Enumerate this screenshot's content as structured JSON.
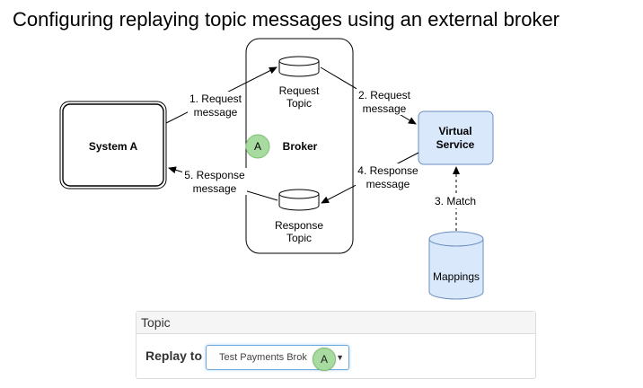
{
  "title": "Configuring replaying topic messages using an external broker",
  "diagram": {
    "system_a": "System A",
    "broker": "Broker",
    "request_topic": [
      "Request",
      "Topic"
    ],
    "response_topic": [
      "Response",
      "Topic"
    ],
    "virtual_service": [
      "Virtual",
      "Service"
    ],
    "mappings": "Mappings",
    "edge_1": [
      "1. Request",
      "message"
    ],
    "edge_2": [
      "2. Request",
      "message"
    ],
    "edge_3": "3. Match",
    "edge_4": [
      "4. Response",
      "message"
    ],
    "edge_5": [
      "5. Response",
      "message"
    ],
    "marker": "A"
  },
  "panel": {
    "header": "Topic",
    "replay_label": "Replay to",
    "replay_value": "Test Payments Brok",
    "marker": "A"
  },
  "colors": {
    "virtual_service_fill": "#dae8fc",
    "virtual_service_stroke": "#6c8ebf",
    "mappings_fill": "#dae8fc",
    "marker_fill": "#a8dba0"
  }
}
